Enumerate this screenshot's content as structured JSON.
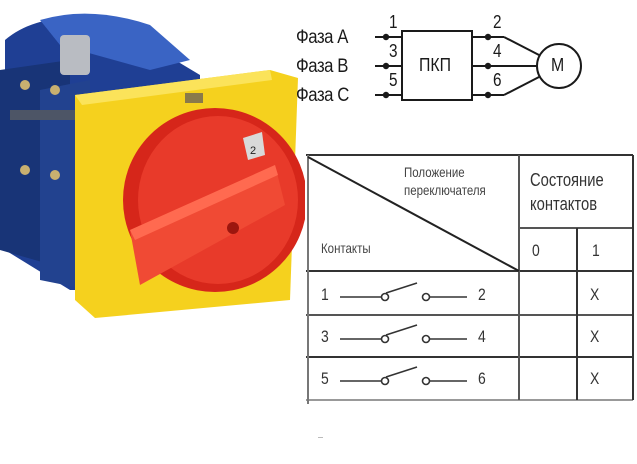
{
  "product_photo": {
    "description": "Cam switch with blue body, yellow square front plate and red rotary handle",
    "handle_position_label": "2",
    "colors": {
      "body": "#2a4fa8",
      "plate": "#f7d320",
      "handle": "#e02a1f"
    }
  },
  "wiring_diagram": {
    "inputs": [
      {
        "label": "Фаза A",
        "terminal": "1"
      },
      {
        "label": "Фаза B",
        "terminal": "3"
      },
      {
        "label": "Фаза C",
        "terminal": "5"
      }
    ],
    "switch_label": "ПКП",
    "outputs": [
      {
        "terminal": "2"
      },
      {
        "terminal": "4"
      },
      {
        "terminal": "6"
      }
    ],
    "motor_label": "M"
  },
  "contact_table": {
    "header_diagonal_top": [
      "Положение",
      "переключателя"
    ],
    "header_diagonal_bottom": "Контакты",
    "header_state": [
      "Состояние",
      "контактов"
    ],
    "positions": [
      "0",
      "1"
    ],
    "rows": [
      {
        "from": "1",
        "to": "2",
        "pos0": "",
        "pos1": "X"
      },
      {
        "from": "3",
        "to": "4",
        "pos0": "",
        "pos1": "X"
      },
      {
        "from": "5",
        "to": "6",
        "pos0": "",
        "pos1": "X"
      }
    ]
  }
}
